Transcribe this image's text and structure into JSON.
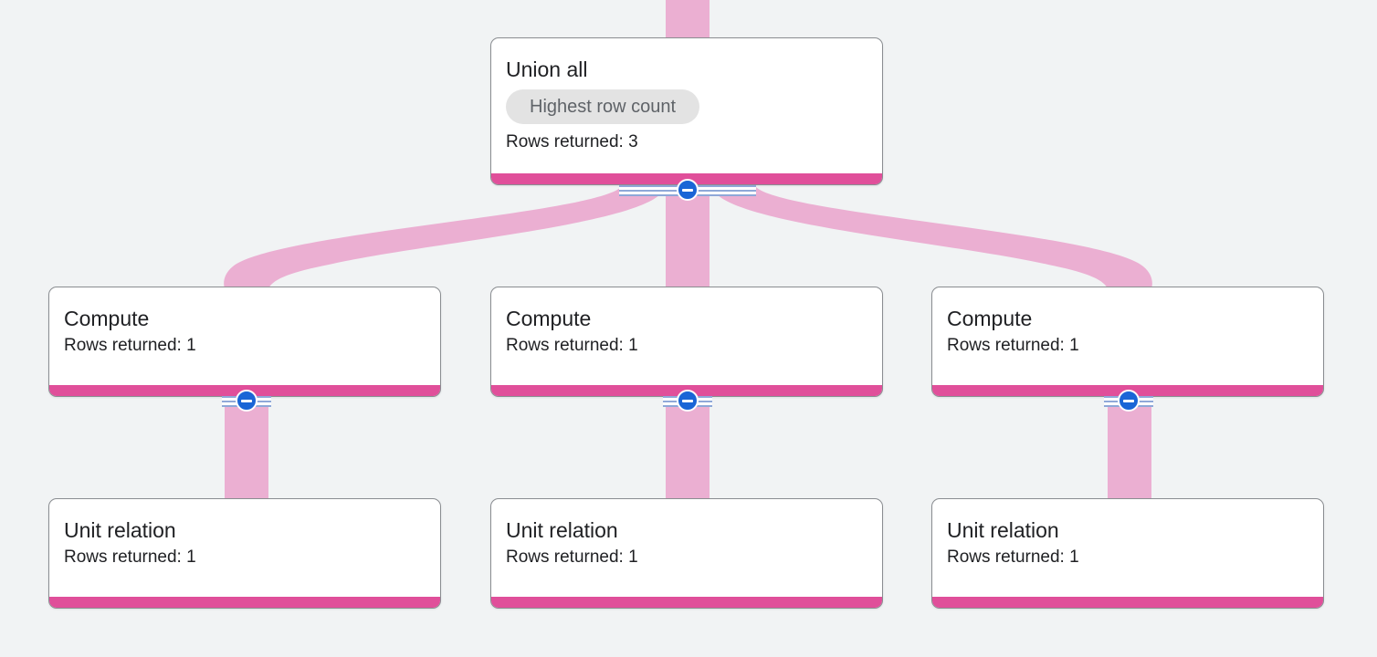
{
  "colors": {
    "flow": "#ebafd2",
    "node_bar": "#e04f9a",
    "collapse_button": "#1a65d6",
    "background": "#f1f3f4"
  },
  "nodes": {
    "union": {
      "title": "Union all",
      "badge": "Highest row count",
      "rows": "Rows returned: 3"
    },
    "compute": [
      {
        "title": "Compute",
        "rows": "Rows returned: 1"
      },
      {
        "title": "Compute",
        "rows": "Rows returned: 1"
      },
      {
        "title": "Compute",
        "rows": "Rows returned: 1"
      }
    ],
    "unit": [
      {
        "title": "Unit relation",
        "rows": "Rows returned: 1"
      },
      {
        "title": "Unit relation",
        "rows": "Rows returned: 1"
      },
      {
        "title": "Unit relation",
        "rows": "Rows returned: 1"
      }
    ]
  },
  "controls": {
    "collapse_icon": "minus-circle-icon"
  }
}
